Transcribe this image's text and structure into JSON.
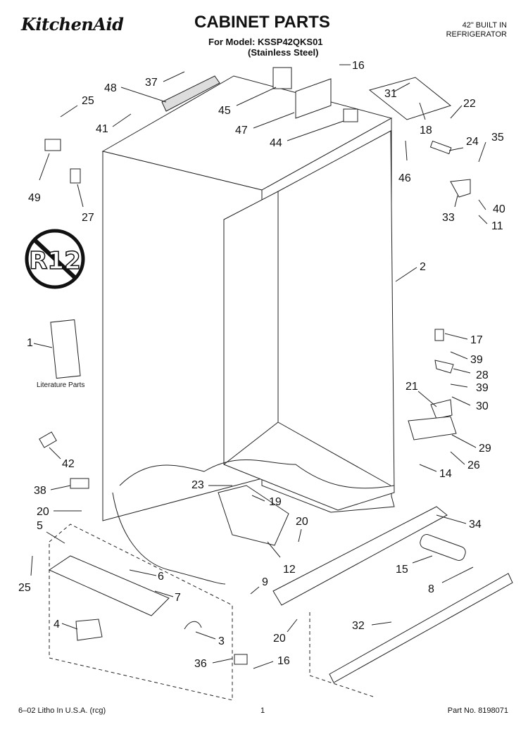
{
  "header": {
    "brand": "KitchenAid",
    "title": "CABINET PARTS",
    "model_line": "For Model: KSSP42QKS01",
    "finish_line": "(Stainless Steel)",
    "desc_line1": "42\" BUILT IN",
    "desc_line2": "REFRIGERATOR"
  },
  "footer": {
    "left": "6–02 Litho In U.S.A. (rcg)",
    "page": "1",
    "part_no": "Part No. 8198071"
  },
  "literature_label": "Literature Parts",
  "callouts": [
    {
      "id": "c37",
      "text": "37"
    },
    {
      "id": "c48",
      "text": "48"
    },
    {
      "id": "c25a",
      "text": "25"
    },
    {
      "id": "c41",
      "text": "41"
    },
    {
      "id": "c45",
      "text": "45"
    },
    {
      "id": "c47",
      "text": "47"
    },
    {
      "id": "c44",
      "text": "44"
    },
    {
      "id": "c16a",
      "text": "16"
    },
    {
      "id": "c31",
      "text": "31"
    },
    {
      "id": "c22",
      "text": "22"
    },
    {
      "id": "c18",
      "text": "18"
    },
    {
      "id": "c46",
      "text": "46"
    },
    {
      "id": "c24",
      "text": "24"
    },
    {
      "id": "c35",
      "text": "35"
    },
    {
      "id": "c49",
      "text": "49"
    },
    {
      "id": "c27",
      "text": "27"
    },
    {
      "id": "c33",
      "text": "33"
    },
    {
      "id": "c40",
      "text": "40"
    },
    {
      "id": "c11",
      "text": "11"
    },
    {
      "id": "c2",
      "text": "2"
    },
    {
      "id": "c1",
      "text": "1"
    },
    {
      "id": "c17",
      "text": "17"
    },
    {
      "id": "c39a",
      "text": "39"
    },
    {
      "id": "c28",
      "text": "28"
    },
    {
      "id": "c39b",
      "text": "39"
    },
    {
      "id": "c21",
      "text": "21"
    },
    {
      "id": "c30",
      "text": "30"
    },
    {
      "id": "c29",
      "text": "29"
    },
    {
      "id": "c26",
      "text": "26"
    },
    {
      "id": "c14",
      "text": "14"
    },
    {
      "id": "c42",
      "text": "42"
    },
    {
      "id": "c23",
      "text": "23"
    },
    {
      "id": "c19",
      "text": "19"
    },
    {
      "id": "c38",
      "text": "38"
    },
    {
      "id": "c20a",
      "text": "20"
    },
    {
      "id": "c20b",
      "text": "20"
    },
    {
      "id": "c34",
      "text": "34"
    },
    {
      "id": "c5",
      "text": "5"
    },
    {
      "id": "c25b",
      "text": "25"
    },
    {
      "id": "c12",
      "text": "12"
    },
    {
      "id": "c6",
      "text": "6"
    },
    {
      "id": "c15",
      "text": "15"
    },
    {
      "id": "c9",
      "text": "9"
    },
    {
      "id": "c7",
      "text": "7"
    },
    {
      "id": "c8",
      "text": "8"
    },
    {
      "id": "c4",
      "text": "4"
    },
    {
      "id": "c32",
      "text": "32"
    },
    {
      "id": "c3",
      "text": "3"
    },
    {
      "id": "c20c",
      "text": "20"
    },
    {
      "id": "c36",
      "text": "36"
    },
    {
      "id": "c16b",
      "text": "16"
    }
  ],
  "icons": {
    "no_r12": "no-r12-refrigerant-icon",
    "r12_text": "R12"
  }
}
